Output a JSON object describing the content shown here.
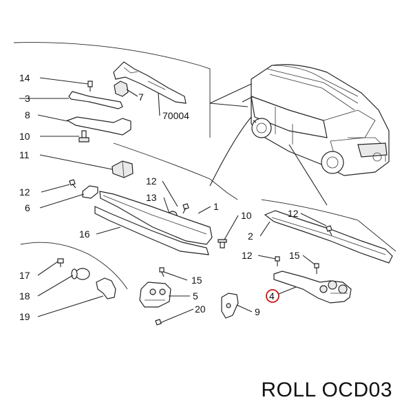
{
  "callouts": {
    "c14": "14",
    "c3": "3",
    "c7": "7",
    "c8": "8",
    "c70004": "70004",
    "c10a": "10",
    "c11": "11",
    "c12a": "12",
    "c6": "6",
    "c12b": "12",
    "c13": "13",
    "c1": "1",
    "c16": "16",
    "c10b": "10",
    "c12c": "12",
    "c2": "2",
    "c12d": "12",
    "c15a": "15",
    "c17": "17",
    "c15b": "15",
    "c18": "18",
    "c5": "5",
    "c4": "4",
    "c9": "9",
    "c19": "19",
    "c20": "20"
  },
  "highlight_color": "#cc1111",
  "footer": {
    "part_code": "ROLL OCD03"
  }
}
